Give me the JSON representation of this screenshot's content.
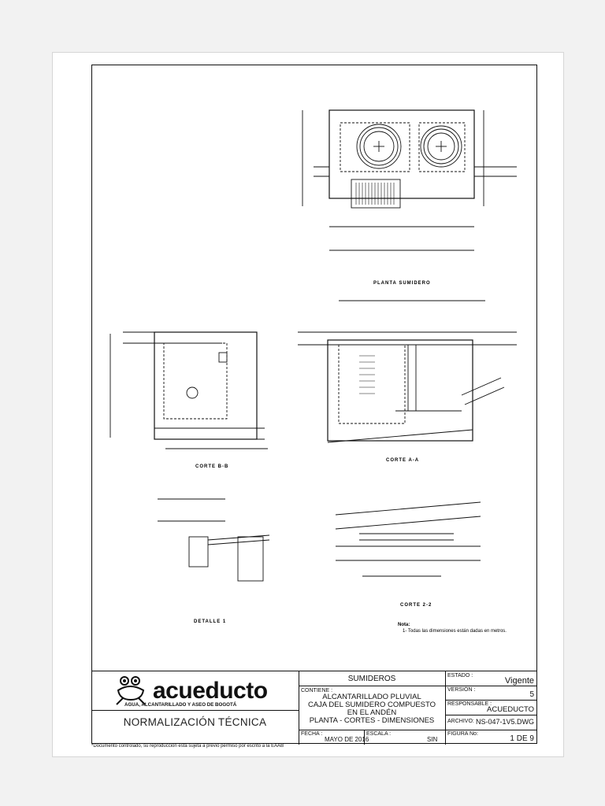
{
  "drawing": {
    "views": {
      "planta_title": "PLANTA SUMIDERO",
      "corte_bb_title": "CORTE B-B",
      "corte_aa_title": "CORTE A-A",
      "detalle_title": "DETALLE 1",
      "corte_22_title": "CORTE 2-2"
    },
    "note": {
      "heading": "Nota:",
      "text": "1- Todas las dimensiones están dadas en metros."
    }
  },
  "titleblock": {
    "logo_word": "acueducto",
    "logo_sub": "AGUA, ALCANTARILLADO Y ASEO DE BOGOTÁ",
    "normalizacion": "NORMALIZACIÓN TÉCNICA",
    "subject": "SUMIDEROS",
    "contiene_label": "CONTIENE :",
    "contiene_lines": [
      "ALCANTARILLADO PLUVIAL",
      "CAJA DEL SUMIDERO COMPUESTO",
      "EN EL ANDÉN",
      "PLANTA - CORTES - DIMENSIONES"
    ],
    "fecha_label": "FECHA :",
    "fecha_value": "MAYO DE 2016",
    "escala_label": "ESCALA :",
    "escala_value": "SIN",
    "estado_label": "ESTADO :",
    "estado_value": "Vigente",
    "version_label": "VERSIÓN :",
    "version_value": "5",
    "responsable_label": "RESPONSABLE :",
    "responsable_value": "ACUEDUCTO",
    "archivo_label": "ARCHIVO:",
    "archivo_value": "NS-047-1V5.DWG",
    "figura_label": "FIGURA No:",
    "figura_value": "1 DE 9"
  },
  "footer": "*Documento controlado, su reproduccion está sujeta a previo permiso por escrito a la EAAB"
}
